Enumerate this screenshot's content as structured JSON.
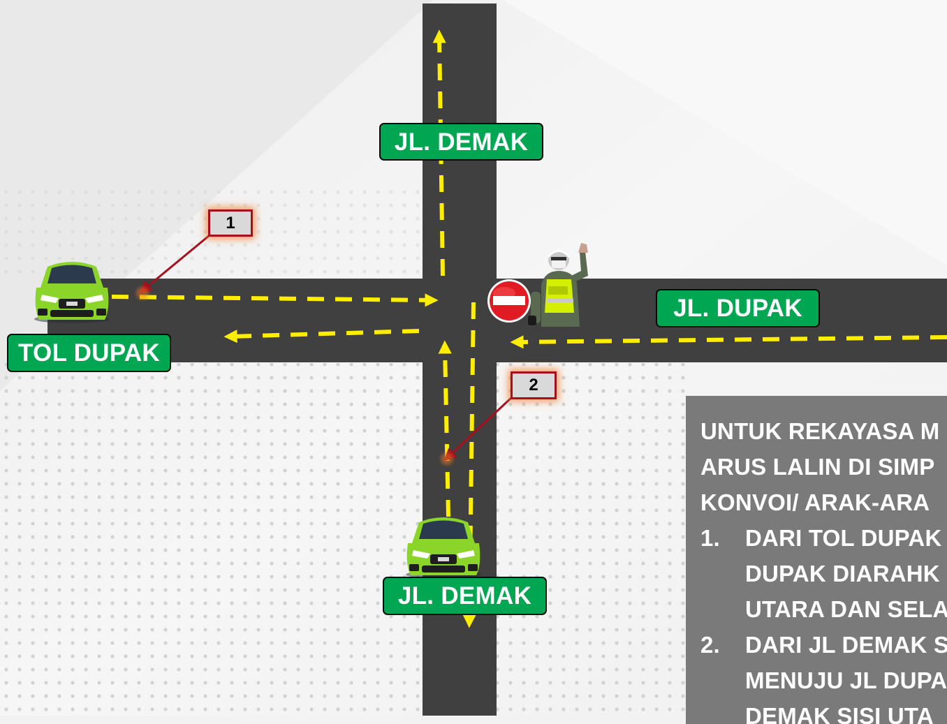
{
  "labels": {
    "road_top": "JL. DEMAK",
    "road_bottom": "JL. DEMAK",
    "road_right": "JL. DUPAK",
    "road_left": "TOL DUPAK"
  },
  "callouts": {
    "one": "1",
    "two": "2"
  },
  "panel": {
    "intro": [
      "UNTUK REKAYASA M",
      "ARUS LALIN DI SIMP",
      "KONVOI/ ARAK-ARA"
    ],
    "items": [
      {
        "num": "1.",
        "lines": [
          "DARI TOL DUPAK",
          "DUPAK DIARAHK",
          "UTARA DAN SELA"
        ]
      },
      {
        "num": "2.",
        "lines": [
          "DARI JL DEMAK S",
          "MENUJU JL DUPA",
          "DEMAK SISI UTA"
        ]
      }
    ]
  },
  "icons": {
    "officer": "police-officer-icon",
    "no_entry": "no-entry-icon",
    "car": "car-icon"
  },
  "colors": {
    "road": "#404040",
    "arrow": "#ffee00",
    "sign": "#00a651",
    "callout_border": "#a50f1e",
    "callout_glow": "#f07828",
    "panel": "#7a7a7a",
    "car_body": "#8bd42a",
    "no_entry": "#e01b24"
  }
}
